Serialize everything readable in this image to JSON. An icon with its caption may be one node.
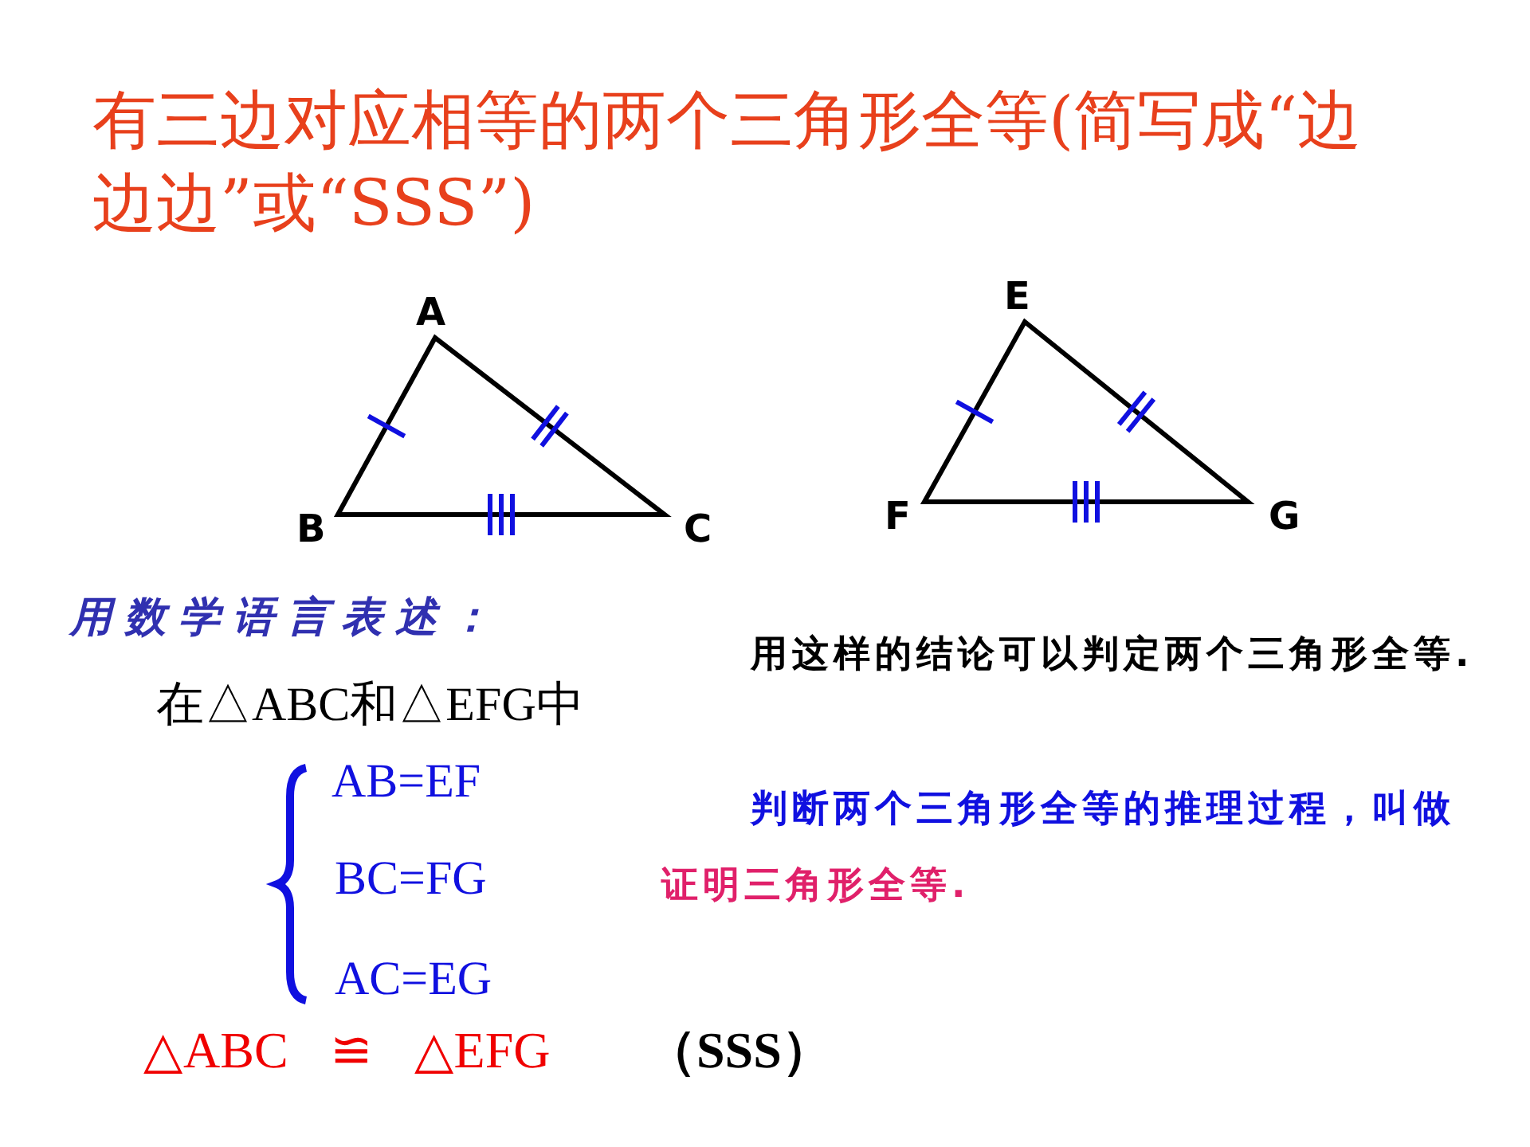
{
  "diagram": {
    "title": "有三边对应相等的两个三角形全等(简写成“边边边”或“SSS”)",
    "labels": [
      "A",
      "B",
      "C",
      "E",
      "F",
      "G",
      "用数学语言表述：",
      "在△ABC和△EFG中",
      "AB=EF",
      "BC=FG",
      "AC=EG",
      "△ABC ≌ △EFG",
      "（SSS）",
      "用这样的结论可以判定两个三角形全等.",
      "判断两个三角形全等的推理过程，叫做",
      "证明三角形全等."
    ]
  }
}
